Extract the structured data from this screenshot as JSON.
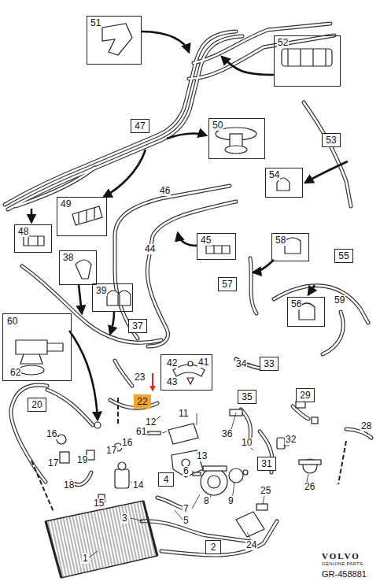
{
  "diagram": {
    "nodes": [
      {
        "text": [
          "51"
        ]
      },
      {
        "text": [
          "52"
        ]
      },
      {
        "text": [
          "47"
        ]
      },
      {
        "text": [
          "50"
        ]
      },
      {
        "text": [
          "53"
        ]
      },
      {
        "text": [
          "54"
        ]
      },
      {
        "text": [
          "48"
        ]
      },
      {
        "text": [
          "49"
        ]
      },
      {
        "text": [
          "45"
        ]
      },
      {
        "text": [
          "58"
        ]
      },
      {
        "text": [
          "38"
        ]
      },
      {
        "text": [
          "55"
        ]
      },
      {
        "text": [
          "57"
        ]
      },
      {
        "text": [
          "39"
        ]
      },
      {
        "text": [
          "56"
        ]
      },
      {
        "text": [
          "60",
          "62"
        ]
      },
      {
        "text": [
          "37"
        ]
      },
      {
        "text": [
          "42",
          "41",
          "43"
        ]
      },
      {
        "text": [
          "33"
        ]
      },
      {
        "text": [
          "22"
        ]
      },
      {
        "text": [
          "20"
        ]
      },
      {
        "text": [
          "35"
        ]
      },
      {
        "text": [
          "29"
        ]
      },
      {
        "text": [
          "31"
        ]
      },
      {
        "text": [
          "4"
        ]
      },
      {
        "text": [
          "2"
        ]
      }
    ],
    "labels": [
      "46",
      "44",
      "59",
      "34",
      "23",
      "11",
      "12",
      "61",
      "16",
      "16",
      "17",
      "17",
      "19",
      "18",
      "14",
      "15",
      "13",
      "10",
      "36",
      "32",
      "28",
      "6",
      "8",
      "9",
      "7",
      "5",
      "26",
      "25",
      "24",
      "3",
      "1",
      "VOLVO",
      "GENUINE PARTS",
      "GR-458881"
    ]
  }
}
